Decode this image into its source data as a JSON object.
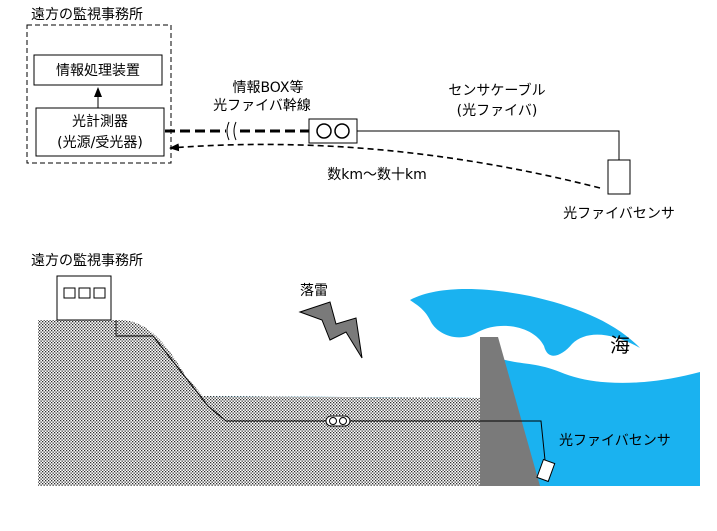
{
  "top_diagram": {
    "remote_office_label": "遠方の監視事務所",
    "info_processing_label": "情報処理装置",
    "optical_meter_line1": "光計測器",
    "optical_meter_line2": "(光源/受光器)",
    "trunk_label_line1": "情報BOX等",
    "trunk_label_line2": "光ファイバ幹線",
    "sensor_cable_line1": "センサケーブル",
    "sensor_cable_line2": "(光ファイバ)",
    "distance_label": "数km～数十km",
    "sensor_label": "光ファイバセンサ"
  },
  "bottom_diagram": {
    "remote_office_label": "遠方の監視事務所",
    "lightning_label": "落雷",
    "sea_label": "海",
    "sensor_label": "光ファイバセンサ"
  },
  "colors": {
    "water": "#1ab2f0",
    "levee": "#7a7a7a",
    "ground_dots": "#2a2a2a",
    "line": "#000000"
  }
}
